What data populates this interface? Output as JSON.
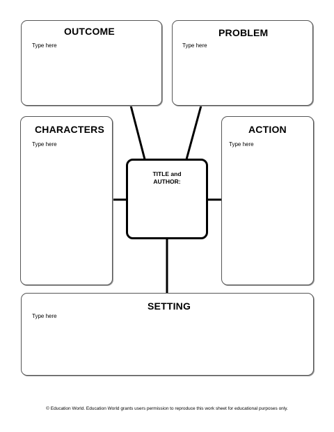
{
  "boxes": {
    "outcome": {
      "title": "OUTCOME",
      "placeholder": "Type here"
    },
    "problem": {
      "title": "PROBLEM",
      "placeholder": "Type here"
    },
    "characters": {
      "title": "CHARACTERS",
      "placeholder": "Type here"
    },
    "action": {
      "title": "ACTION",
      "placeholder": "Type here"
    },
    "setting": {
      "title": "SETTING",
      "placeholder": "Type here"
    }
  },
  "center": {
    "title": "TITLE and\nAUTHOR:"
  },
  "footer": {
    "text": "© Education World. Education World grants users permission to reproduce this work sheet for educational purposes only."
  }
}
